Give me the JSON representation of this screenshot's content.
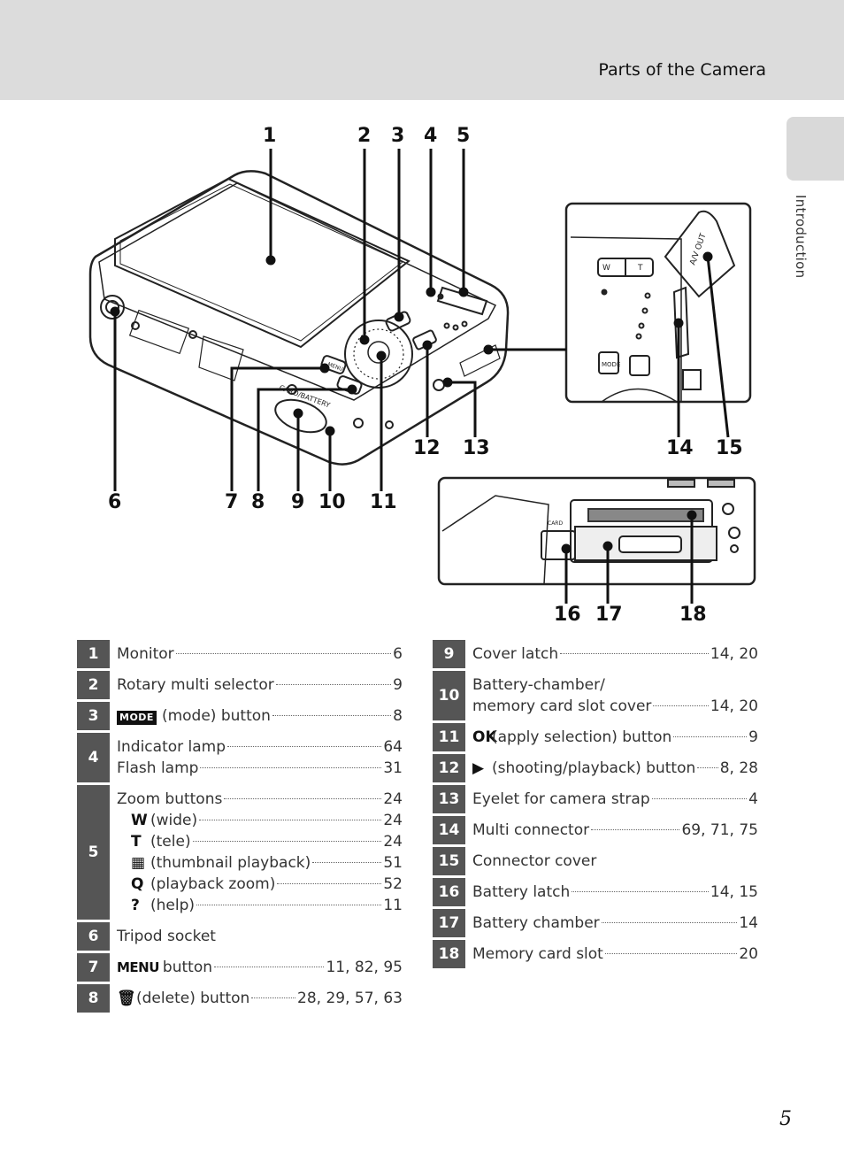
{
  "header": {
    "title": "Parts of the Camera"
  },
  "side": {
    "label": "Introduction"
  },
  "page_number": "5",
  "callouts": [
    "1",
    "2",
    "3",
    "4",
    "5",
    "6",
    "7",
    "8",
    "9",
    "10",
    "11",
    "12",
    "13",
    "14",
    "15",
    "16",
    "17",
    "18"
  ],
  "detail_labels": {
    "w": "W",
    "t": "T",
    "out": "A/V OUT",
    "card": "CARD",
    "mode": "MODE",
    "menu": "MENU",
    "battery": "CARD/BATTERY"
  },
  "left_rows": [
    {
      "num": "1",
      "lines": [
        {
          "label": "Monitor",
          "page": "6"
        }
      ]
    },
    {
      "num": "2",
      "lines": [
        {
          "label": "Rotary multi selector",
          "page": "9"
        }
      ]
    },
    {
      "num": "3",
      "lines": [
        {
          "icon": "MODE",
          "label": " (mode) button",
          "page": "8"
        }
      ]
    },
    {
      "num": "4",
      "lines": [
        {
          "label": "Indicator lamp",
          "page": "64"
        },
        {
          "label": "Flash lamp",
          "page": "31"
        }
      ]
    },
    {
      "num": "5",
      "lines": [
        {
          "label": "Zoom buttons",
          "page": "24"
        },
        {
          "icon": "W",
          "label": "(wide)",
          "page": "24",
          "sub": true
        },
        {
          "icon": "T",
          "label": "(tele)",
          "page": "24",
          "sub": true
        },
        {
          "icon": "▦",
          "label": "(thumbnail playback)",
          "page": "51",
          "sub": true
        },
        {
          "icon": "Q",
          "label": "(playback zoom)",
          "page": "52",
          "sub": true
        },
        {
          "icon": "?",
          "label": "(help)",
          "page": "11",
          "sub": true
        }
      ]
    },
    {
      "num": "6",
      "lines": [
        {
          "label": "Tripod socket",
          "page": ""
        }
      ]
    },
    {
      "num": "7",
      "lines": [
        {
          "icon": "MENU",
          "label": " button",
          "page": "11, 82, 95"
        }
      ]
    },
    {
      "num": "8",
      "lines": [
        {
          "icon": "🗑",
          "label": "(delete) button",
          "page": "28, 29, 57, 63"
        }
      ]
    }
  ],
  "right_rows": [
    {
      "num": "9",
      "lines": [
        {
          "label": "Cover latch",
          "page": "14, 20"
        }
      ]
    },
    {
      "num": "10",
      "lines": [
        {
          "label": "Battery-chamber/",
          "page": "",
          "nodots": true
        },
        {
          "label": "memory card slot cover",
          "page": "14, 20"
        }
      ]
    },
    {
      "num": "11",
      "lines": [
        {
          "icon": "OK",
          "label": " (apply selection) button",
          "page": "9"
        }
      ]
    },
    {
      "num": "12",
      "lines": [
        {
          "icon": "▶",
          "label": " (shooting/playback) button",
          "page": "8, 28"
        }
      ]
    },
    {
      "num": "13",
      "lines": [
        {
          "label": "Eyelet for camera strap",
          "page": "4"
        }
      ]
    },
    {
      "num": "14",
      "lines": [
        {
          "label": "Multi connector",
          "page": "69, 71, 75"
        }
      ]
    },
    {
      "num": "15",
      "lines": [
        {
          "label": "Connector cover",
          "page": ""
        }
      ]
    },
    {
      "num": "16",
      "lines": [
        {
          "label": "Battery latch",
          "page": "14, 15"
        }
      ]
    },
    {
      "num": "17",
      "lines": [
        {
          "label": "Battery chamber",
          "page": "14"
        }
      ]
    },
    {
      "num": "18",
      "lines": [
        {
          "label": "Memory card slot",
          "page": "20"
        }
      ]
    }
  ]
}
